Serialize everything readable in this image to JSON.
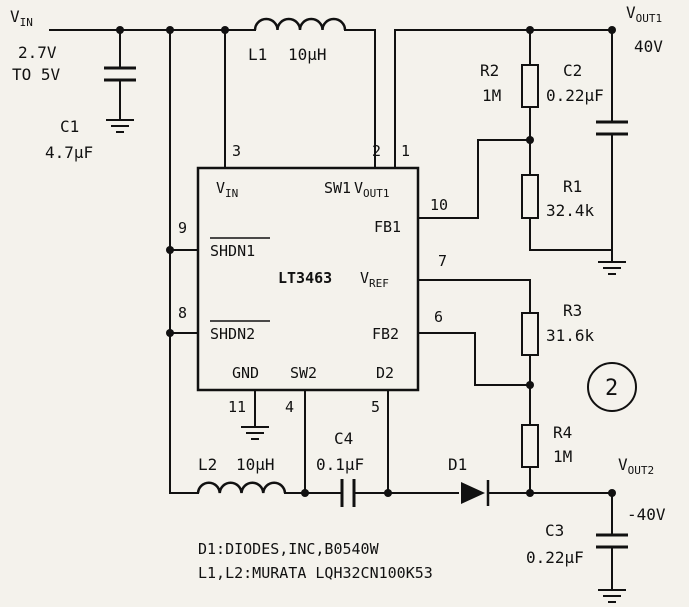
{
  "circuit": {
    "ic": {
      "name": "LT3463",
      "pins": {
        "vin": {
          "number": "3",
          "label": "V",
          "sub": "IN"
        },
        "sw1": {
          "number": "2",
          "label": "SW1"
        },
        "vout1": {
          "number": "1",
          "label": "V",
          "sub": "OUT1"
        },
        "fb1": {
          "number": "10",
          "label": "FB1"
        },
        "shdn1": {
          "number": "9",
          "label": "SHDN1"
        },
        "vref": {
          "number": "7",
          "label": "V",
          "sub": "REF"
        },
        "shdn2": {
          "number": "8",
          "label": "SHDN2"
        },
        "fb2": {
          "number": "6",
          "label": "FB2"
        },
        "gnd": {
          "number": "11",
          "label": "GND"
        },
        "sw2": {
          "number": "4",
          "label": "SW2"
        },
        "d2": {
          "number": "5",
          "label": "D2"
        }
      }
    },
    "input": {
      "label": "V",
      "sub": "IN",
      "range_line1": "2.7V",
      "range_line2": "TO  5V"
    },
    "out1": {
      "label": "V",
      "sub": "OUT1",
      "value": "40V"
    },
    "out2": {
      "label": "V",
      "sub": "OUT2",
      "value": "-40V"
    },
    "components": {
      "c1": {
        "ref": "C1",
        "value": "4.7μF"
      },
      "l1": {
        "ref": "L1",
        "value": "10μH"
      },
      "r2": {
        "ref": "R2",
        "value": "1M"
      },
      "c2": {
        "ref": "C2",
        "value": "0.22μF"
      },
      "r1": {
        "ref": "R1",
        "value": "32.4k"
      },
      "r3": {
        "ref": "R3",
        "value": "31.6k"
      },
      "r4": {
        "ref": "R4",
        "value": "1M"
      },
      "l2": {
        "ref": "L2",
        "value": "10μH"
      },
      "c4": {
        "ref": "C4",
        "value": "0.1μF"
      },
      "d1": {
        "ref": "D1"
      },
      "c3": {
        "ref": "C3",
        "value": "0.22μF"
      }
    },
    "notes": [
      "D1:DIODES,INC,B0540W",
      "L1,L2:MURATA  LQH32CN100K53"
    ],
    "figure_marker": "2",
    "colors": {
      "ink": "#111111",
      "paper": "#f4f2ec"
    }
  }
}
